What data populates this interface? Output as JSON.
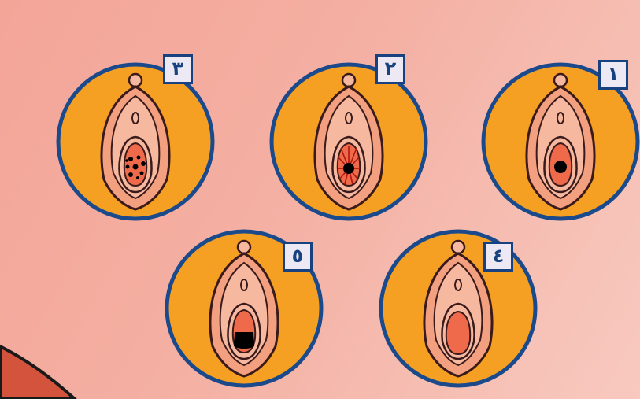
{
  "figures": [
    {
      "id": "fig-1",
      "label": "١",
      "opening": "dot"
    },
    {
      "id": "fig-2",
      "label": "٢",
      "opening": "radial"
    },
    {
      "id": "fig-3",
      "label": "٣",
      "opening": "dots"
    },
    {
      "id": "fig-4",
      "label": "٤",
      "opening": "open"
    },
    {
      "id": "fig-5",
      "label": "٥",
      "opening": "square"
    }
  ],
  "colors": {
    "background": "#f3a598",
    "circle_fill": "#f6a023",
    "circle_ring": "#1b4a8c",
    "badge_fill": "#ece8f4",
    "badge_border": "#17417f",
    "outline": "#3a1a1a",
    "skin_outer": "#f2a07f",
    "skin_inner": "#f6b9a0",
    "inner_core": "#ee6a4a",
    "marking": "#000000"
  }
}
